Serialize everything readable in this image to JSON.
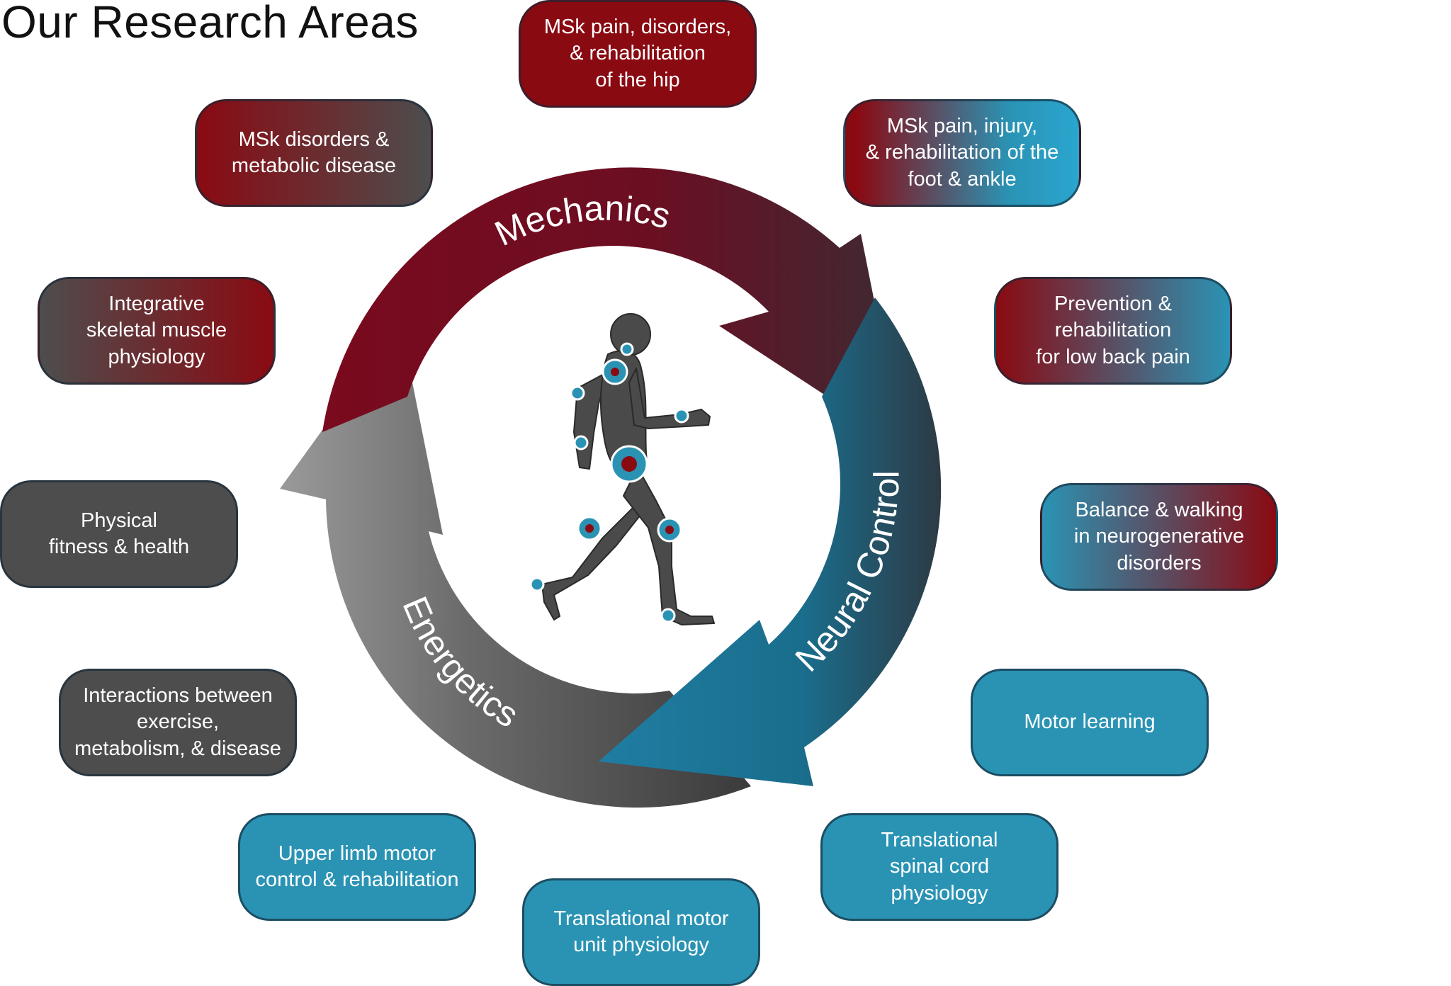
{
  "title": "Our Research Areas",
  "colors": {
    "mechanics": "#7a0a1e",
    "neural": "#1f7ea3",
    "energetics": "#555555",
    "box_red": "#8a0a12",
    "box_gray": "#4d4d4d",
    "box_blue": "#2a93b4"
  },
  "cycle": {
    "mechanics": "Mechanics",
    "neural_control": "Neural Control",
    "energetics": "Energetics"
  },
  "center_icon": "walking-figure-icon",
  "areas": [
    {
      "label": "MSk pain, disorders,\n& rehabilitation\nof the hip"
    },
    {
      "label": "MSk pain, injury,\n& rehabilitation of the\nfoot & ankle"
    },
    {
      "label": "Prevention &\nrehabilitation\nfor low back pain"
    },
    {
      "label": "Balance & walking\nin neurogenerative\ndisorders"
    },
    {
      "label": "Motor learning"
    },
    {
      "label": "Translational\nspinal cord\nphysiology"
    },
    {
      "label": "Translational motor\nunit physiology"
    },
    {
      "label": "Upper limb motor\ncontrol & rehabilitation"
    },
    {
      "label": "Interactions between\nexercise,\nmetabolism, & disease"
    },
    {
      "label": "Physical\nfitness & health"
    },
    {
      "label": "Integrative\nskeletal muscle\nphysiology"
    },
    {
      "label": "MSk disorders &\nmetabolic disease"
    }
  ]
}
